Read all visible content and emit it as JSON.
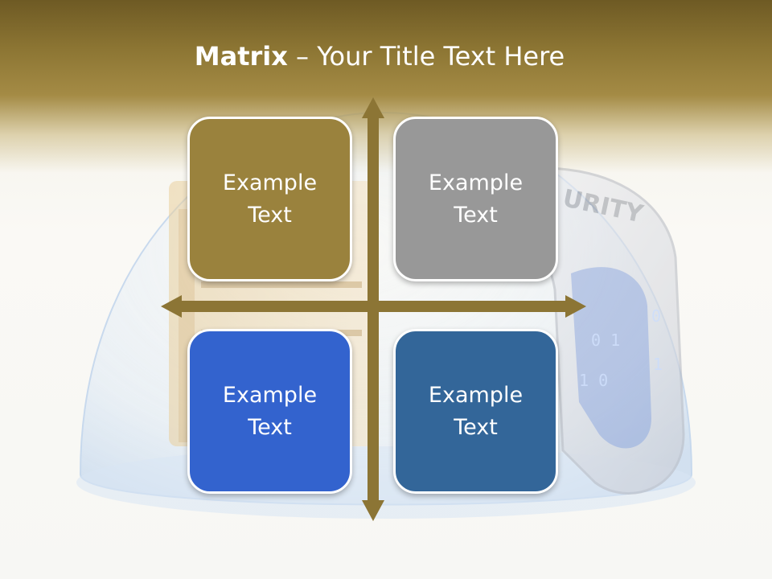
{
  "title": {
    "bold_part": "Matrix",
    "rest_part": " – Your Title Text Here"
  },
  "matrix": {
    "top_left": {
      "line1": "Example",
      "line2": "Text"
    },
    "top_right": {
      "line1": "Example",
      "line2": "Text"
    },
    "bottom_left": {
      "line1": "Example",
      "line2": "Text"
    },
    "bottom_right": {
      "line1": "Example",
      "line2": "Text"
    }
  },
  "colors": {
    "header": "#8c7533",
    "arrow": "#8c7535",
    "top_left": "#9a823d",
    "top_right": "#989898",
    "bottom_left": "#3363ce",
    "bottom_right": "#336699"
  },
  "background": {
    "watermark_text": "URITY"
  }
}
